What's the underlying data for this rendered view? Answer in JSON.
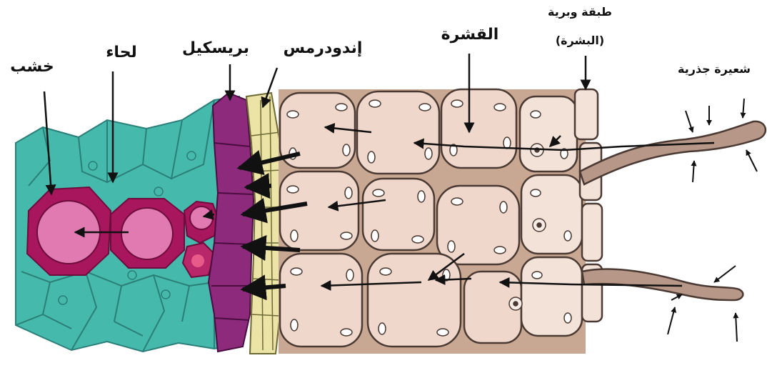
{
  "labels": {
    "xylem": "خشب",
    "phloem": "لحاء",
    "pericycle": "بريسكيل",
    "endodermis": "إندودرمس",
    "cortex": "القشرة",
    "epidermis_line1": "طبقة وبرية",
    "epidermis_line2": "(البشرة)",
    "root_hair": "شعيرة جذرية"
  },
  "colors": {
    "xylem_fill": "#e07ab0",
    "xylem_ring": "#a8165e",
    "phloem_tissue": "#46b9ad",
    "pericycle": "#8d2a7c",
    "endodermis": "#ece3a6",
    "cortex_cell": "#f0d7cc",
    "cortex_bg": "#c9a893",
    "epidermis": "#f2e2d8",
    "arrow": "#111111"
  }
}
